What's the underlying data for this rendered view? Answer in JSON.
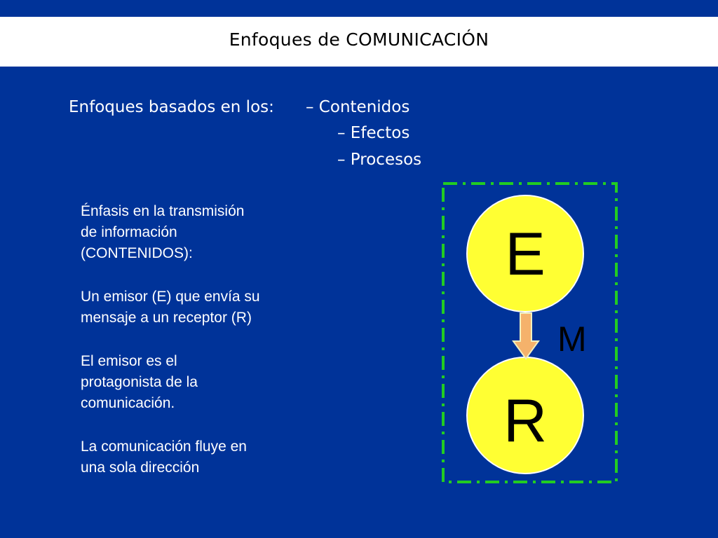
{
  "header": {
    "title": "Enfoques de COMUNICACIÓN"
  },
  "approaches": {
    "lead": "Enfoques basados en los:",
    "items": [
      "– Contenidos",
      "– Efectos",
      "– Procesos"
    ]
  },
  "description": {
    "paragraphs": [
      "Énfasis en la transmisión\nde información\n(CONTENIDOS):",
      "Un emisor (E) que envía su\nmensaje a un receptor (R)",
      "El emisor es el\nprotagonista de la\ncomunicación.",
      "La comunicación fluye en\nuna sola dirección"
    ]
  },
  "diagram": {
    "emitter_label": "E",
    "receiver_label": "R",
    "message_label": "M"
  },
  "colors": {
    "background": "#003399",
    "title_bar": "#ffffff",
    "node_fill": "#ffff33",
    "node_stroke": "#ffffff",
    "frame": "#22cc22",
    "arrow_fill": "#f5b26b",
    "arrow_stroke": "#f0f0c0"
  }
}
